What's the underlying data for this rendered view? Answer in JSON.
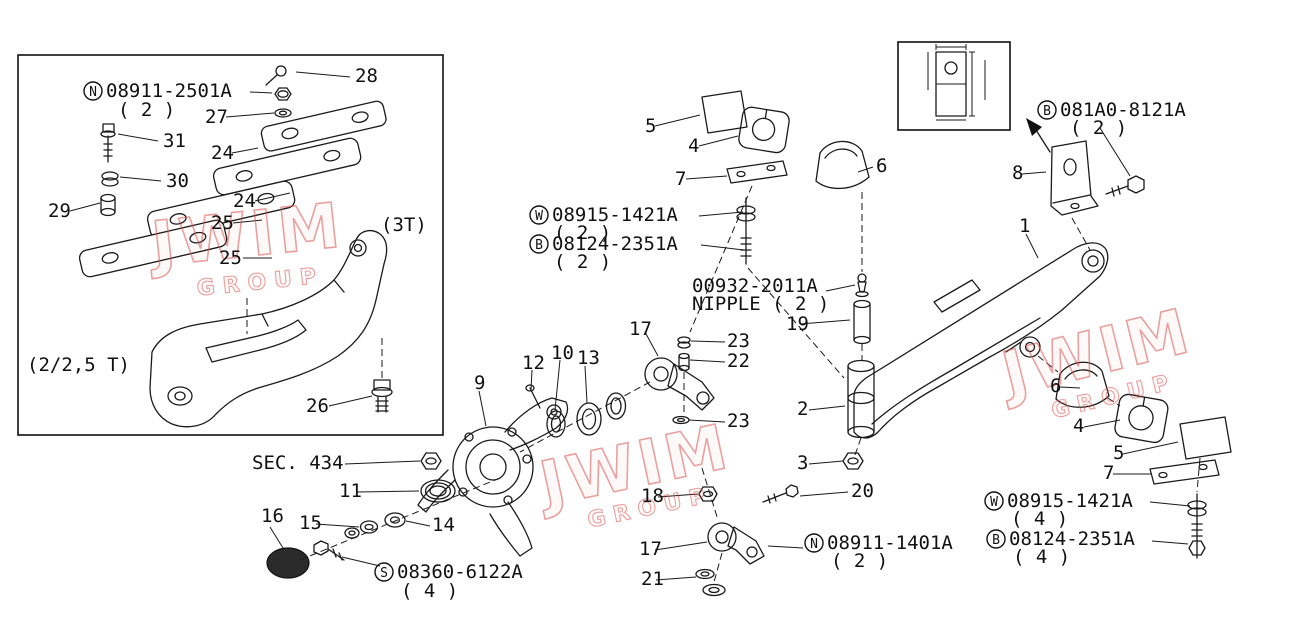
{
  "diagram": {
    "background": "#ffffff",
    "line_color": "#1a1a1a",
    "watermark_color": "#d9534f",
    "watermark": {
      "line1": "JWIM",
      "line2": "GROUP"
    },
    "texts": {
      "variant_3t": "(3T)",
      "variant_2_25t": "(2/2,5 T)",
      "sec_ref": "SEC. 434"
    },
    "callouts": {
      "c1": "1",
      "c2": "2",
      "c3": "3",
      "c4": "4",
      "c5": "5",
      "c6": "6",
      "c7": "7",
      "c8": "8",
      "c9": "9",
      "c10": "10",
      "c11": "11",
      "c12": "12",
      "c13": "13",
      "c14": "14",
      "c15": "15",
      "c16": "16",
      "c17": "17",
      "c18": "18",
      "c19": "19",
      "c20": "20",
      "c21": "21",
      "c22": "22",
      "c23": "23",
      "c24": "24",
      "c25": "25",
      "c26": "26",
      "c27": "27",
      "c28": "28",
      "c29": "29",
      "c30": "30",
      "c31": "31"
    },
    "part_labels": {
      "nut_2501": {
        "prefix": "N",
        "number": "08911-2501A",
        "qty": "( 2 )"
      },
      "washer_1421_2": {
        "prefix": "W",
        "number": "08915-1421A",
        "qty": "( 2 )"
      },
      "bolt_2351_2": {
        "prefix": "B",
        "number": "08124-2351A",
        "qty": "( 2 )"
      },
      "nipple_00932": {
        "number": "00932-2011A",
        "name_qty": "NIPPLE ( 2 )"
      },
      "bolt_081a0": {
        "prefix": "B",
        "number": "081A0-8121A",
        "qty": "( 2 )"
      },
      "nut_1401": {
        "prefix": "N",
        "number": "08911-1401A",
        "qty": "( 2 )"
      },
      "screw_6122": {
        "prefix": "S",
        "number": "08360-6122A",
        "qty": "( 4 )"
      },
      "washer_1421_4": {
        "prefix": "W",
        "number": "08915-1421A",
        "qty": "( 4 )"
      },
      "bolt_2351_4": {
        "prefix": "B",
        "number": "08124-2351A",
        "qty": "( 4 )"
      }
    }
  }
}
